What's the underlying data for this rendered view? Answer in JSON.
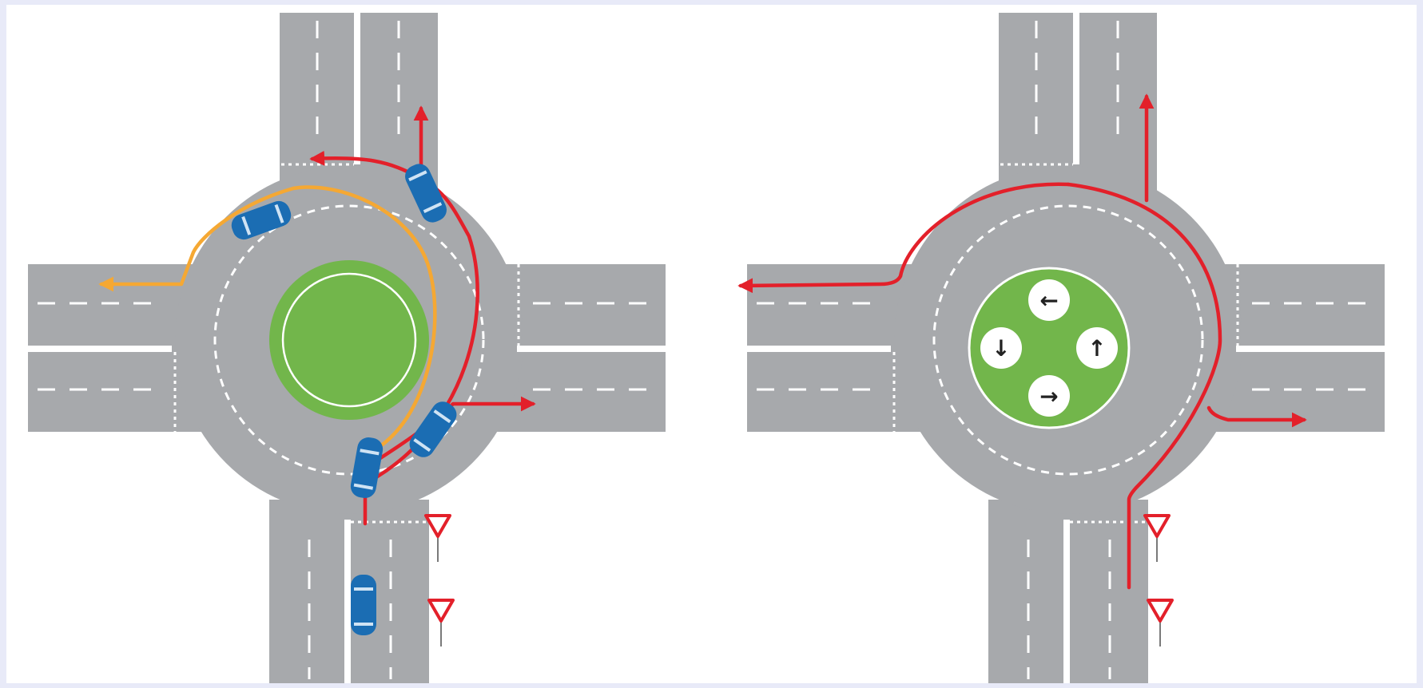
{
  "canvas": {
    "background": "#e8eaf8",
    "panel_bg": "#ffffff"
  },
  "colors": {
    "road": "#a7a9ac",
    "lane_marking": "#ffffff",
    "island_green": "#72b64b",
    "car_body": "#1b6db3",
    "car_window": "#cfe3f4",
    "route_red": "#e3202a",
    "route_orange": "#f5a833",
    "sign_red": "#e3202a",
    "sign_fill": "#ffffff",
    "sign_post": "#7a7a7a",
    "arrow_disc": "#ffffff",
    "arrow_glyph": "#222222"
  },
  "diagrams": [
    {
      "id": "roundabout-traffic-example",
      "cars": [
        {
          "id": "car-approaching-south",
          "heading_deg": 0
        },
        {
          "id": "car-at-exit-south",
          "heading_deg": 10
        },
        {
          "id": "car-exiting-east",
          "heading_deg": 35
        },
        {
          "id": "car-exiting-north",
          "heading_deg": 155
        },
        {
          "id": "car-circulating-west",
          "heading_deg": -110
        }
      ],
      "routes": [
        "route-right-turn",
        "route-straight-ahead",
        "route-left-turn"
      ],
      "give_way_signs": 2
    },
    {
      "id": "roundabout-direction-guide",
      "island_arrows": [
        {
          "id": "arrow-left",
          "glyph": "←"
        },
        {
          "id": "arrow-down",
          "glyph": "↓"
        },
        {
          "id": "arrow-up",
          "glyph": "↑"
        },
        {
          "id": "arrow-right",
          "glyph": "→"
        }
      ],
      "routes": [
        "route-right-turn",
        "route-straight-ahead",
        "route-left-turn"
      ],
      "give_way_signs": 2
    }
  ]
}
